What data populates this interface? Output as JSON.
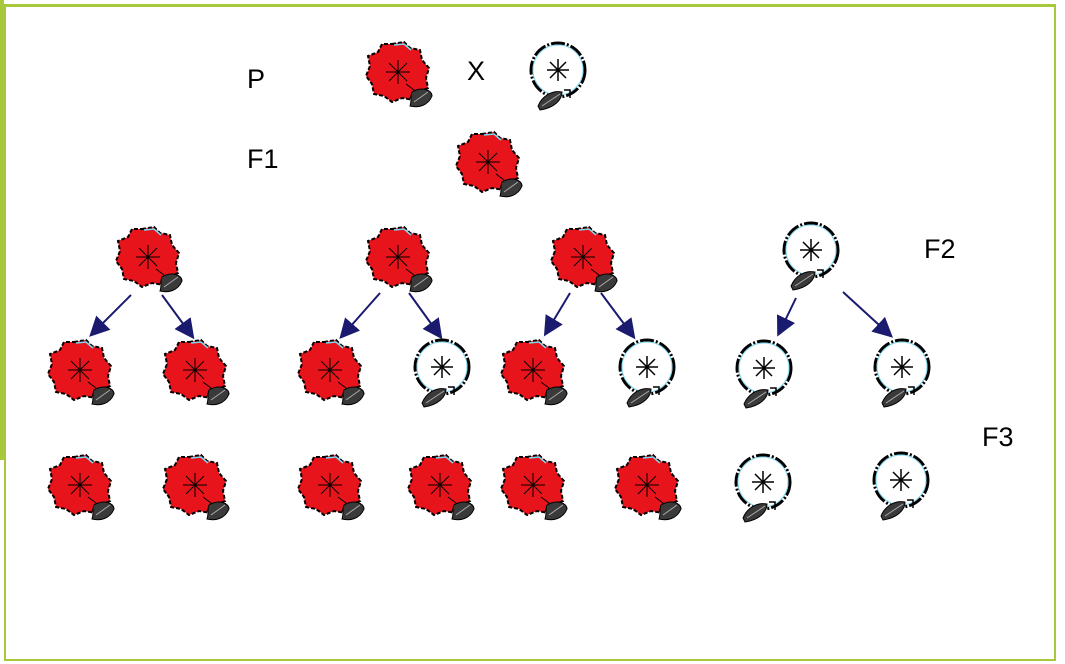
{
  "labels": {
    "p": "P",
    "cross": "X",
    "f1": "F1",
    "f2": "F2",
    "f3": "F3"
  },
  "icons": {
    "red_flower": "red-flower-icon",
    "white_flower": "white-flower-icon"
  },
  "colors": {
    "frame": "#a8c83c",
    "red_petal": "#e8141c",
    "white_petal": "#ffffff",
    "arrow": "#1a1a6e",
    "leaf": "#3a3a3a"
  }
}
